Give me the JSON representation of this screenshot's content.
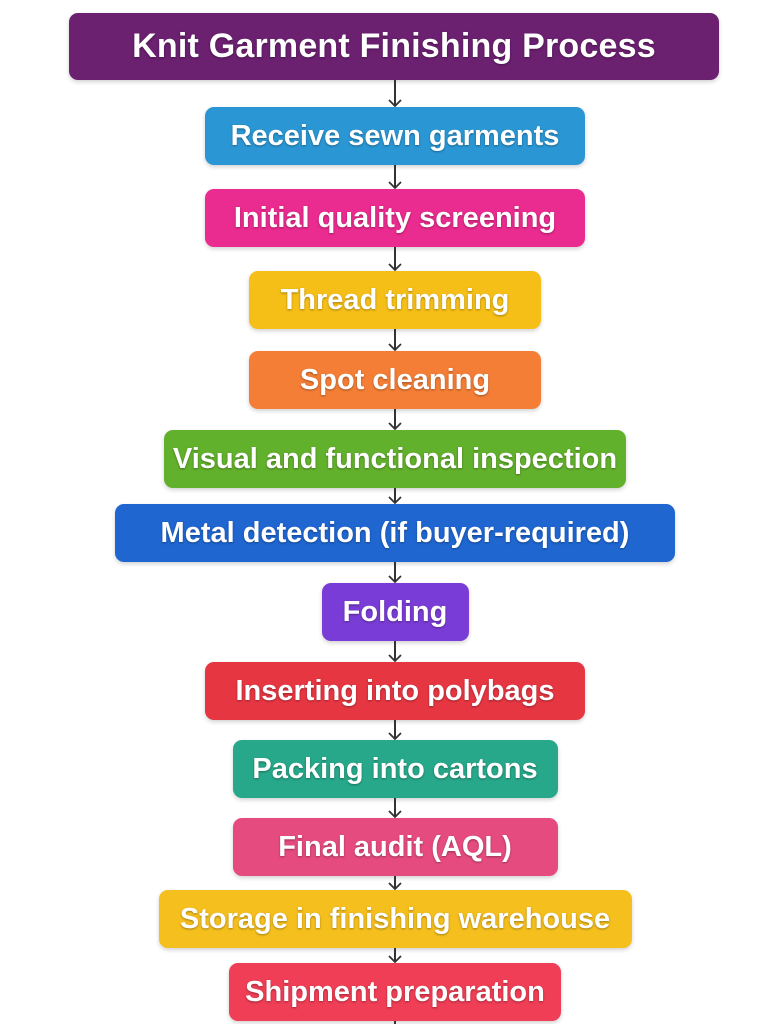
{
  "title": {
    "text": "Knit Garment Finishing Process",
    "color": "#6b2070"
  },
  "steps": [
    {
      "label": "Receive sewn garments",
      "color": "#2a97d4"
    },
    {
      "label": "Initial quality screening",
      "color": "#ea2b8f"
    },
    {
      "label": "Thread trimming",
      "color": "#f6bf17"
    },
    {
      "label": "Spot cleaning",
      "color": "#f47e36"
    },
    {
      "label": "Visual and functional inspection",
      "color": "#62b12c"
    },
    {
      "label": "Metal detection (if buyer-required)",
      "color": "#1f66d1"
    },
    {
      "label": "Folding",
      "color": "#7a3cd6"
    },
    {
      "label": "Inserting into polybags",
      "color": "#e63642"
    },
    {
      "label": "Packing into cartons",
      "color": "#27a88a"
    },
    {
      "label": "Final audit (AQL)",
      "color": "#e64b7f"
    },
    {
      "label": "Storage in finishing warehouse",
      "color": "#f5bf1d"
    },
    {
      "label": "Shipment preparation",
      "color": "#ef3e55"
    }
  ],
  "connector_color": "#333333"
}
